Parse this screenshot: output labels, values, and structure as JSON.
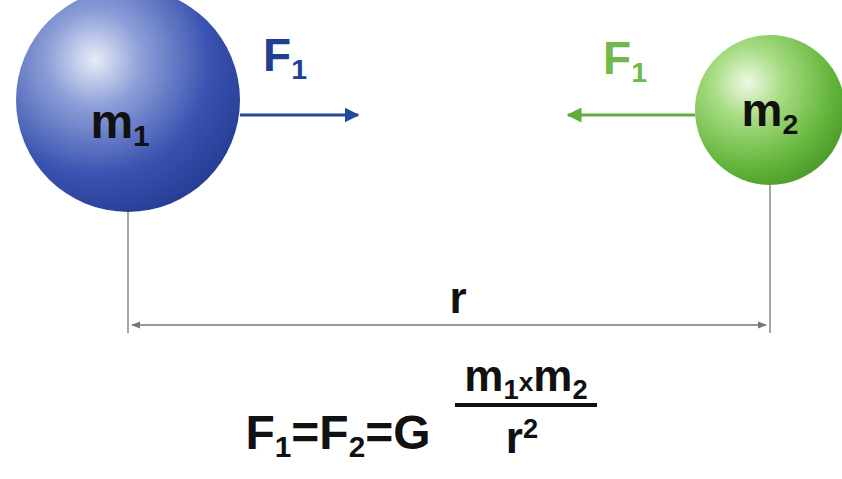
{
  "diagram": {
    "nodes": [
      {
        "text": [
          "m1"
        ]
      },
      {
        "text": [
          "m2"
        ]
      }
    ],
    "labels": [
      "F1",
      "F1",
      "r",
      "F1=F2=G",
      "m1xm2",
      "r2"
    ]
  }
}
